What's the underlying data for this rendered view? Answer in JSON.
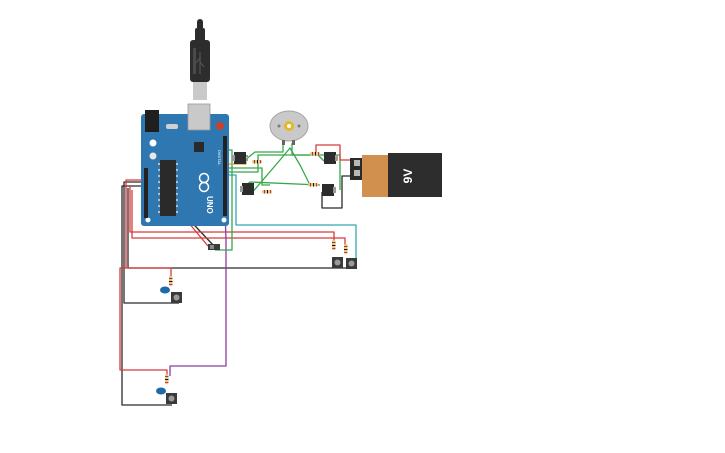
{
  "board": {
    "brand_label": "UNO",
    "pin_labels": "DIGITAL"
  },
  "battery": {
    "label": "9V"
  },
  "colors": {
    "board": "#2f77b0",
    "wire_red": "#d83a3a",
    "wire_black": "#2b2b2b",
    "wire_green": "#37a84a",
    "wire_teal": "#34a7b5",
    "wire_purple": "#8a3d9e",
    "wire_orange": "#e39a2a",
    "battery_body": "#d1904d",
    "battery_cap": "#2d2d2d",
    "led_blue": "#1f6aa6"
  },
  "components": {
    "usb_cable": "usb-cable",
    "arduino": "arduino-uno",
    "dc_motor": "dc-motor",
    "battery_9v": "battery-9v",
    "transistors": 4,
    "push_buttons": 4,
    "leds": 2
  }
}
